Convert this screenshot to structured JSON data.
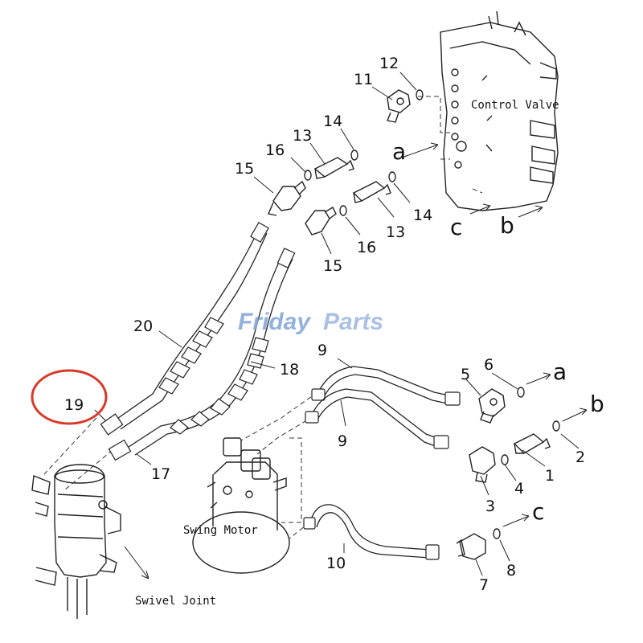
{
  "callouts": {
    "c1": "1",
    "c2": "2",
    "c3": "3",
    "c4": "4",
    "c5": "5",
    "c6": "6",
    "c7": "7",
    "c8": "8",
    "c9a": "9",
    "c9b": "9",
    "c10": "10",
    "c11": "11",
    "c12": "12",
    "c13a": "13",
    "c13b": "13",
    "c14a": "14",
    "c14b": "14",
    "c15a": "15",
    "c15b": "15",
    "c16a": "16",
    "c16b": "16",
    "c17": "17",
    "c18": "18",
    "c19": "19",
    "c20": "20"
  },
  "ports": {
    "a_top": "a",
    "a_right": "a",
    "b_top": "b",
    "b_right": "b",
    "c_top": "c",
    "c_right": "c"
  },
  "components": {
    "control_valve": "Control Valve",
    "swing_motor": "Swing Motor",
    "swivel_joint": "Swivel Joint"
  },
  "watermark": {
    "part1": "Friday",
    "part2": "Parts"
  },
  "highlight_color": "#d83a2a",
  "watermark_color": "#7fa5d6"
}
